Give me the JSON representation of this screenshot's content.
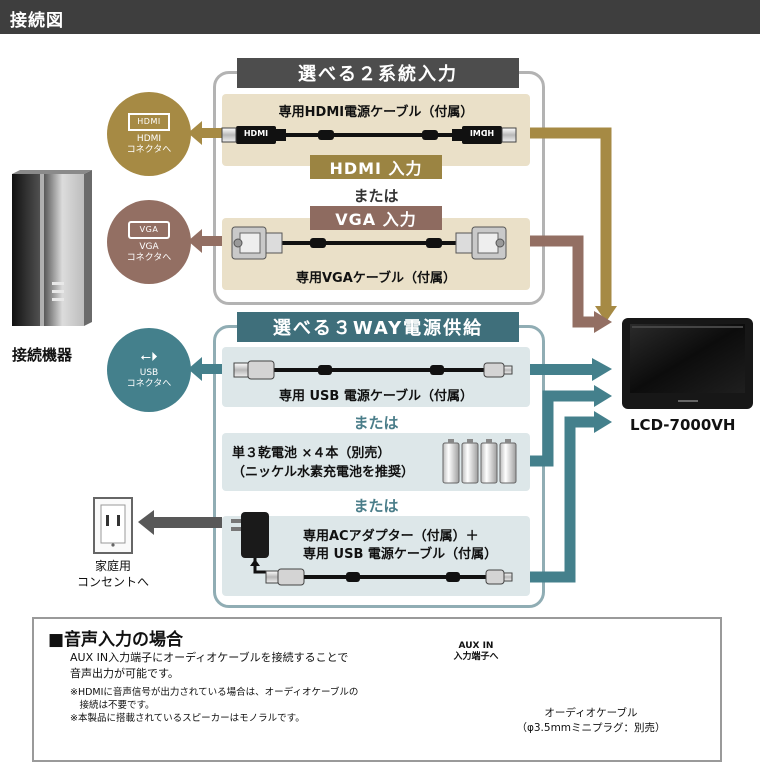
{
  "header": {
    "title": "接続図"
  },
  "input_group": {
    "title": "選べる２系統入力",
    "hdmi_cable_label": "専用HDMI電源ケーブル（付属）",
    "hdmi_tag": "HDMI 入力",
    "or_label": "または",
    "vga_tag": "VGA 入力",
    "vga_cable_label": "専用VGAケーブル（付属）",
    "hdmi_plug_text": "HDMI"
  },
  "connectors": {
    "hdmi_chip": "HDMI",
    "hdmi_label": "HDMI\nコネクタへ",
    "vga_chip": "VGA",
    "vga_label": "VGA\nコネクタへ",
    "usb_label": "USB\nコネクタへ"
  },
  "device": {
    "caption": "接続機器"
  },
  "monitor": {
    "caption": "LCD-7000VH"
  },
  "power_group": {
    "title": "選べる３WAY電源供給",
    "usb_cable_label": "専用 USB 電源ケーブル（付属）",
    "or_label_1": "または",
    "battery_line1": "単３乾電池 ×４本（別売）",
    "battery_line2": "（ニッケル水素充電池を推奨）",
    "or_label_2": "または",
    "adapter_line1": "専用ACアダプター（付属）＋",
    "adapter_line2": "専用 USB 電源ケーブル（付属）"
  },
  "outlet": {
    "caption": "家庭用\nコンセントへ"
  },
  "audio": {
    "heading": "■音声入力の場合",
    "text_line1": "AUX IN入力端子にオーディオケーブルを接続することで",
    "text_line2": "音声出力が可能です。",
    "note_line1": "※HDMIに音声信号が出力されている場合は、オーディオケーブルの",
    "note_line2": "　接続は不要です。",
    "note_line3": "※本製品に搭載されているスピーカーはモノラルです。",
    "aux_label": "AUX IN\n入力端子へ",
    "cable_line1": "オーディオケーブル",
    "cable_line2": "（φ3.5mmミニプラグ：別売）"
  },
  "colors": {
    "hdmi": "#a68a44",
    "vga": "#936f63",
    "usb": "#44808c",
    "outlet_arrow": "#585858",
    "audio_arrow": "#c8c8c8"
  }
}
